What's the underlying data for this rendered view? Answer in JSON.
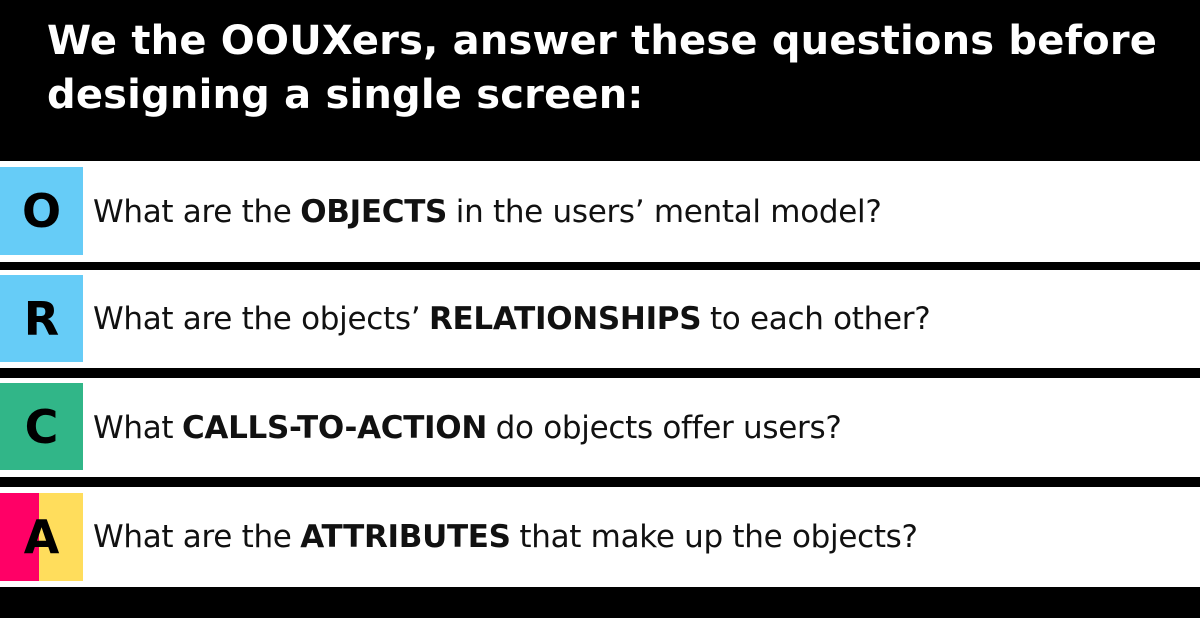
{
  "title": {
    "line1": "We the OOUXers, answer these questions before",
    "line2": "designing a single screen:"
  },
  "rows": [
    {
      "letter": "O",
      "pre": "What are the",
      "bold": "OBJECTS",
      "post": "in the users’ mental model?",
      "color": "#66CCF7"
    },
    {
      "letter": "R",
      "pre": "What are the objects’",
      "bold": "RELATIONSHIPS",
      "post": "to each other?",
      "color": "#66CCF7"
    },
    {
      "letter": "C",
      "pre": "What",
      "bold": "CALLS-TO-ACTION",
      "post": "do objects offer users?",
      "color": "#31B688"
    },
    {
      "letter": "A",
      "pre": "What are the",
      "bold": "ATTRIBUTES",
      "post": "that make up the objects?",
      "color_left": "#FF0066",
      "color_right": "#FFDD5C"
    }
  ]
}
